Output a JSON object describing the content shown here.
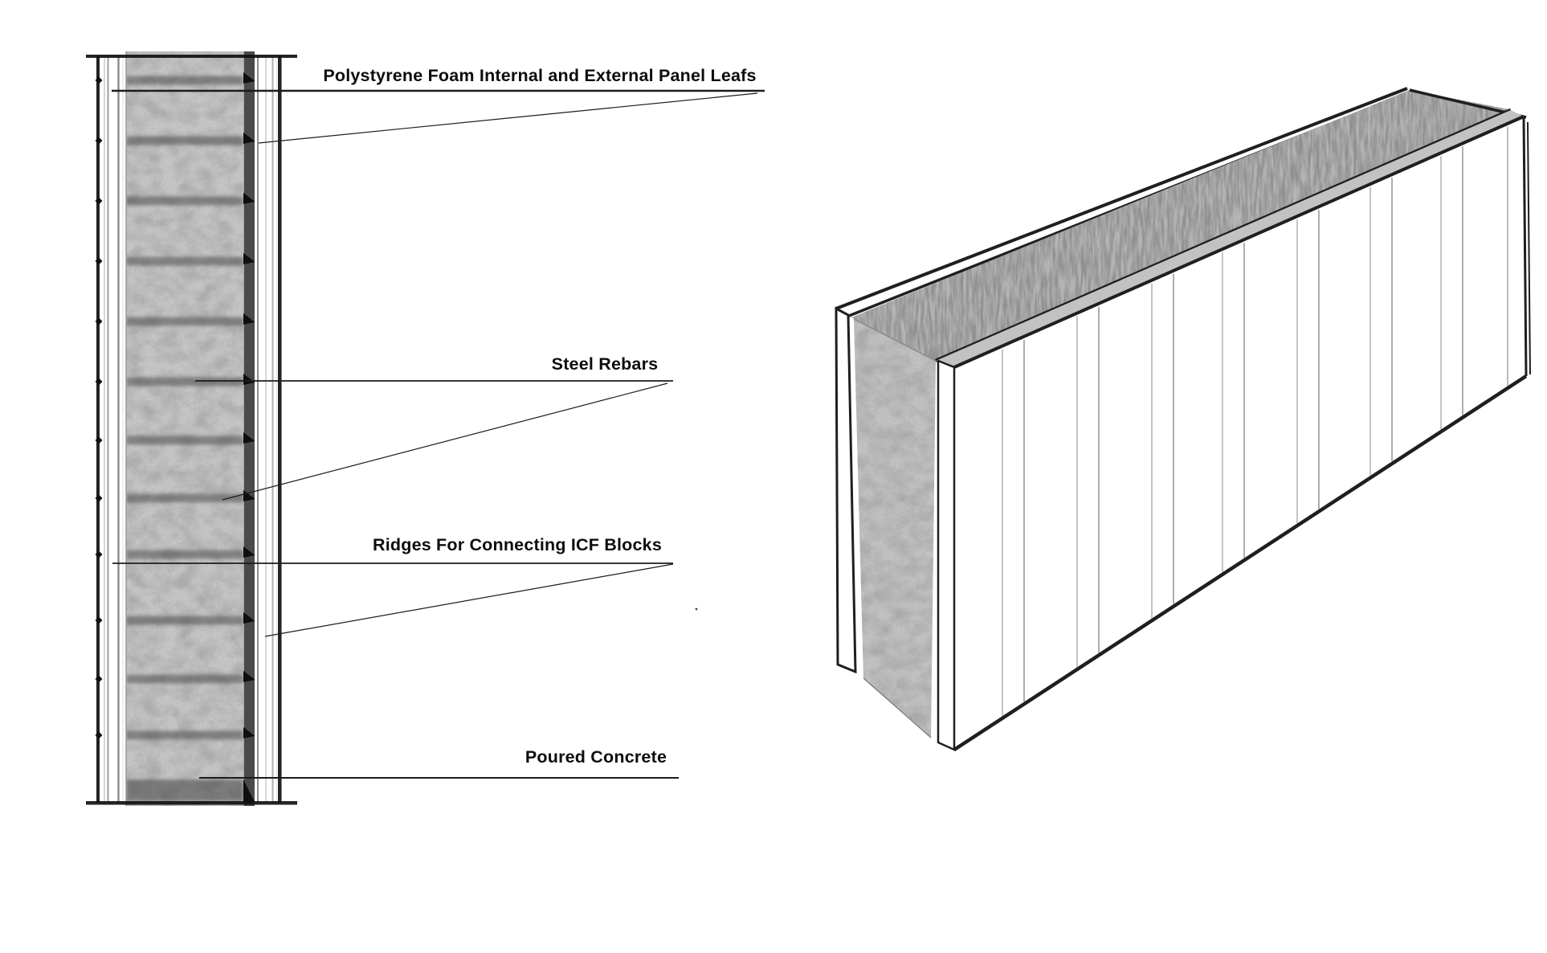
{
  "diagram": {
    "subject": "ICF wall construction diagram",
    "callouts": [
      {
        "id": "panel-leafs",
        "label": "Polystyrene Foam Internal and External Panel Leafs"
      },
      {
        "id": "steel-rebars",
        "label": "Steel Rebars"
      },
      {
        "id": "ridges",
        "label": "Ridges For Connecting ICF Blocks"
      },
      {
        "id": "poured-concrete",
        "label": "Poured Concrete"
      }
    ],
    "colors": {
      "background": "#ffffff",
      "line": "#1c1c1c",
      "concrete_base": "#c9c9c9",
      "concrete_dark_band": "#3f3f3f",
      "dark_strip": "#4a4a4a",
      "top_face_strip": "#c2c2c2",
      "joint_line": "#aaaaaa"
    }
  }
}
